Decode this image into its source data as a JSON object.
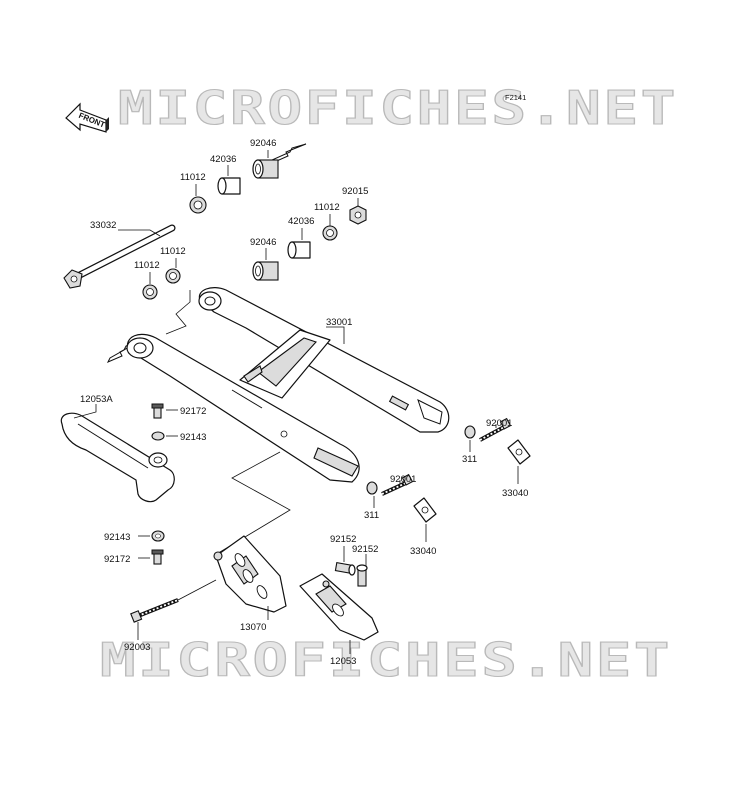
{
  "diagram": {
    "code": "F2141",
    "front_label": "FRONT",
    "watermarks": [
      "MICROFICHES.NET",
      "MICROFICHES.NET"
    ],
    "parts": [
      {
        "id": "part-92046-top",
        "number": "92046"
      },
      {
        "id": "part-42036-top",
        "number": "42036"
      },
      {
        "id": "part-11012-top",
        "number": "11012"
      },
      {
        "id": "part-92015",
        "number": "92015"
      },
      {
        "id": "part-11012-right",
        "number": "11012"
      },
      {
        "id": "part-42036-right",
        "number": "42036"
      },
      {
        "id": "part-33032",
        "number": "33032"
      },
      {
        "id": "part-92046-mid",
        "number": "92046"
      },
      {
        "id": "part-11012-a",
        "number": "11012"
      },
      {
        "id": "part-11012-b",
        "number": "11012"
      },
      {
        "id": "part-33001",
        "number": "33001"
      },
      {
        "id": "part-12053a",
        "number": "12053A"
      },
      {
        "id": "part-92172-a",
        "number": "92172"
      },
      {
        "id": "part-92143-a",
        "number": "92143"
      },
      {
        "id": "part-92001-a",
        "number": "92001"
      },
      {
        "id": "part-311-a",
        "number": "311"
      },
      {
        "id": "part-33040-a",
        "number": "33040"
      },
      {
        "id": "part-92001-b",
        "number": "92001"
      },
      {
        "id": "part-311-b",
        "number": "311"
      },
      {
        "id": "part-33040-b",
        "number": "33040"
      },
      {
        "id": "part-92143-b",
        "number": "92143"
      },
      {
        "id": "part-92172-b",
        "number": "92172"
      },
      {
        "id": "part-92152-a",
        "number": "92152"
      },
      {
        "id": "part-92152-b",
        "number": "92152"
      },
      {
        "id": "part-13070",
        "number": "13070"
      },
      {
        "id": "part-92003",
        "number": "92003"
      },
      {
        "id": "part-12053",
        "number": "12053"
      }
    ]
  }
}
